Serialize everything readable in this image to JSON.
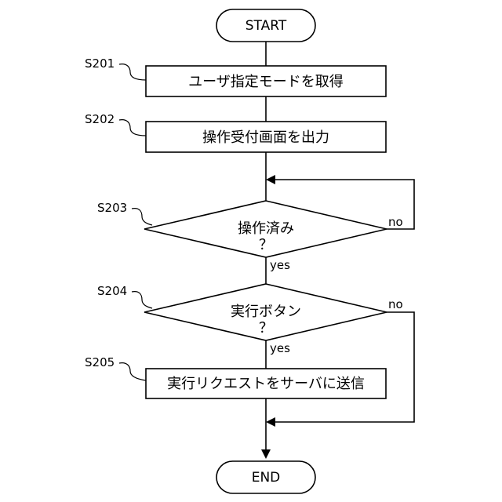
{
  "flowchart": {
    "start": "START",
    "end": "END",
    "steps": [
      {
        "id": "S201",
        "text": "ユーザ指定モードを取得"
      },
      {
        "id": "S202",
        "text": "操作受付画面を出力"
      },
      {
        "id": "S203",
        "text": "操作済み",
        "question": "？"
      },
      {
        "id": "S204",
        "text": "実行ボタン",
        "question": "？"
      },
      {
        "id": "S205",
        "text": "実行リクエストをサーバに送信"
      }
    ],
    "branches": {
      "s203_yes": "yes",
      "s203_no": "no",
      "s204_yes": "yes",
      "s204_no": "no"
    }
  }
}
